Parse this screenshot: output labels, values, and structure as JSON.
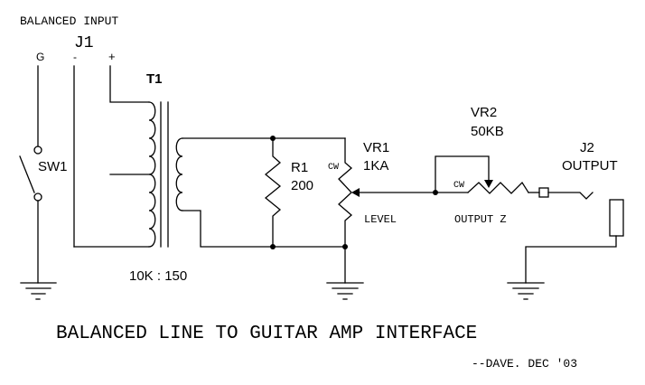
{
  "diagram": {
    "type": "electronic-schematic",
    "title": "BALANCED LINE TO GUITAR AMP INTERFACE",
    "credit": "--DAVE. DEC '03",
    "colors": {
      "ink": "#000000",
      "background": "#ffffff"
    }
  },
  "input": {
    "heading": "BALANCED INPUT",
    "ref": "J1",
    "pins": {
      "ground": "G",
      "minus": "-",
      "plus": "+"
    }
  },
  "switch": {
    "ref": "SW1"
  },
  "transformer": {
    "ref": "T1",
    "ratio": "10K : 150"
  },
  "resistor": {
    "ref": "R1",
    "value": "200"
  },
  "level_pot": {
    "ref": "VR1",
    "value": "1KA",
    "cw_mark": "CW",
    "function": "LEVEL"
  },
  "output_pot": {
    "ref": "VR2",
    "value": "50KB",
    "cw_mark": "CW",
    "function": "OUTPUT Z"
  },
  "output": {
    "ref": "J2",
    "label": "OUTPUT"
  }
}
